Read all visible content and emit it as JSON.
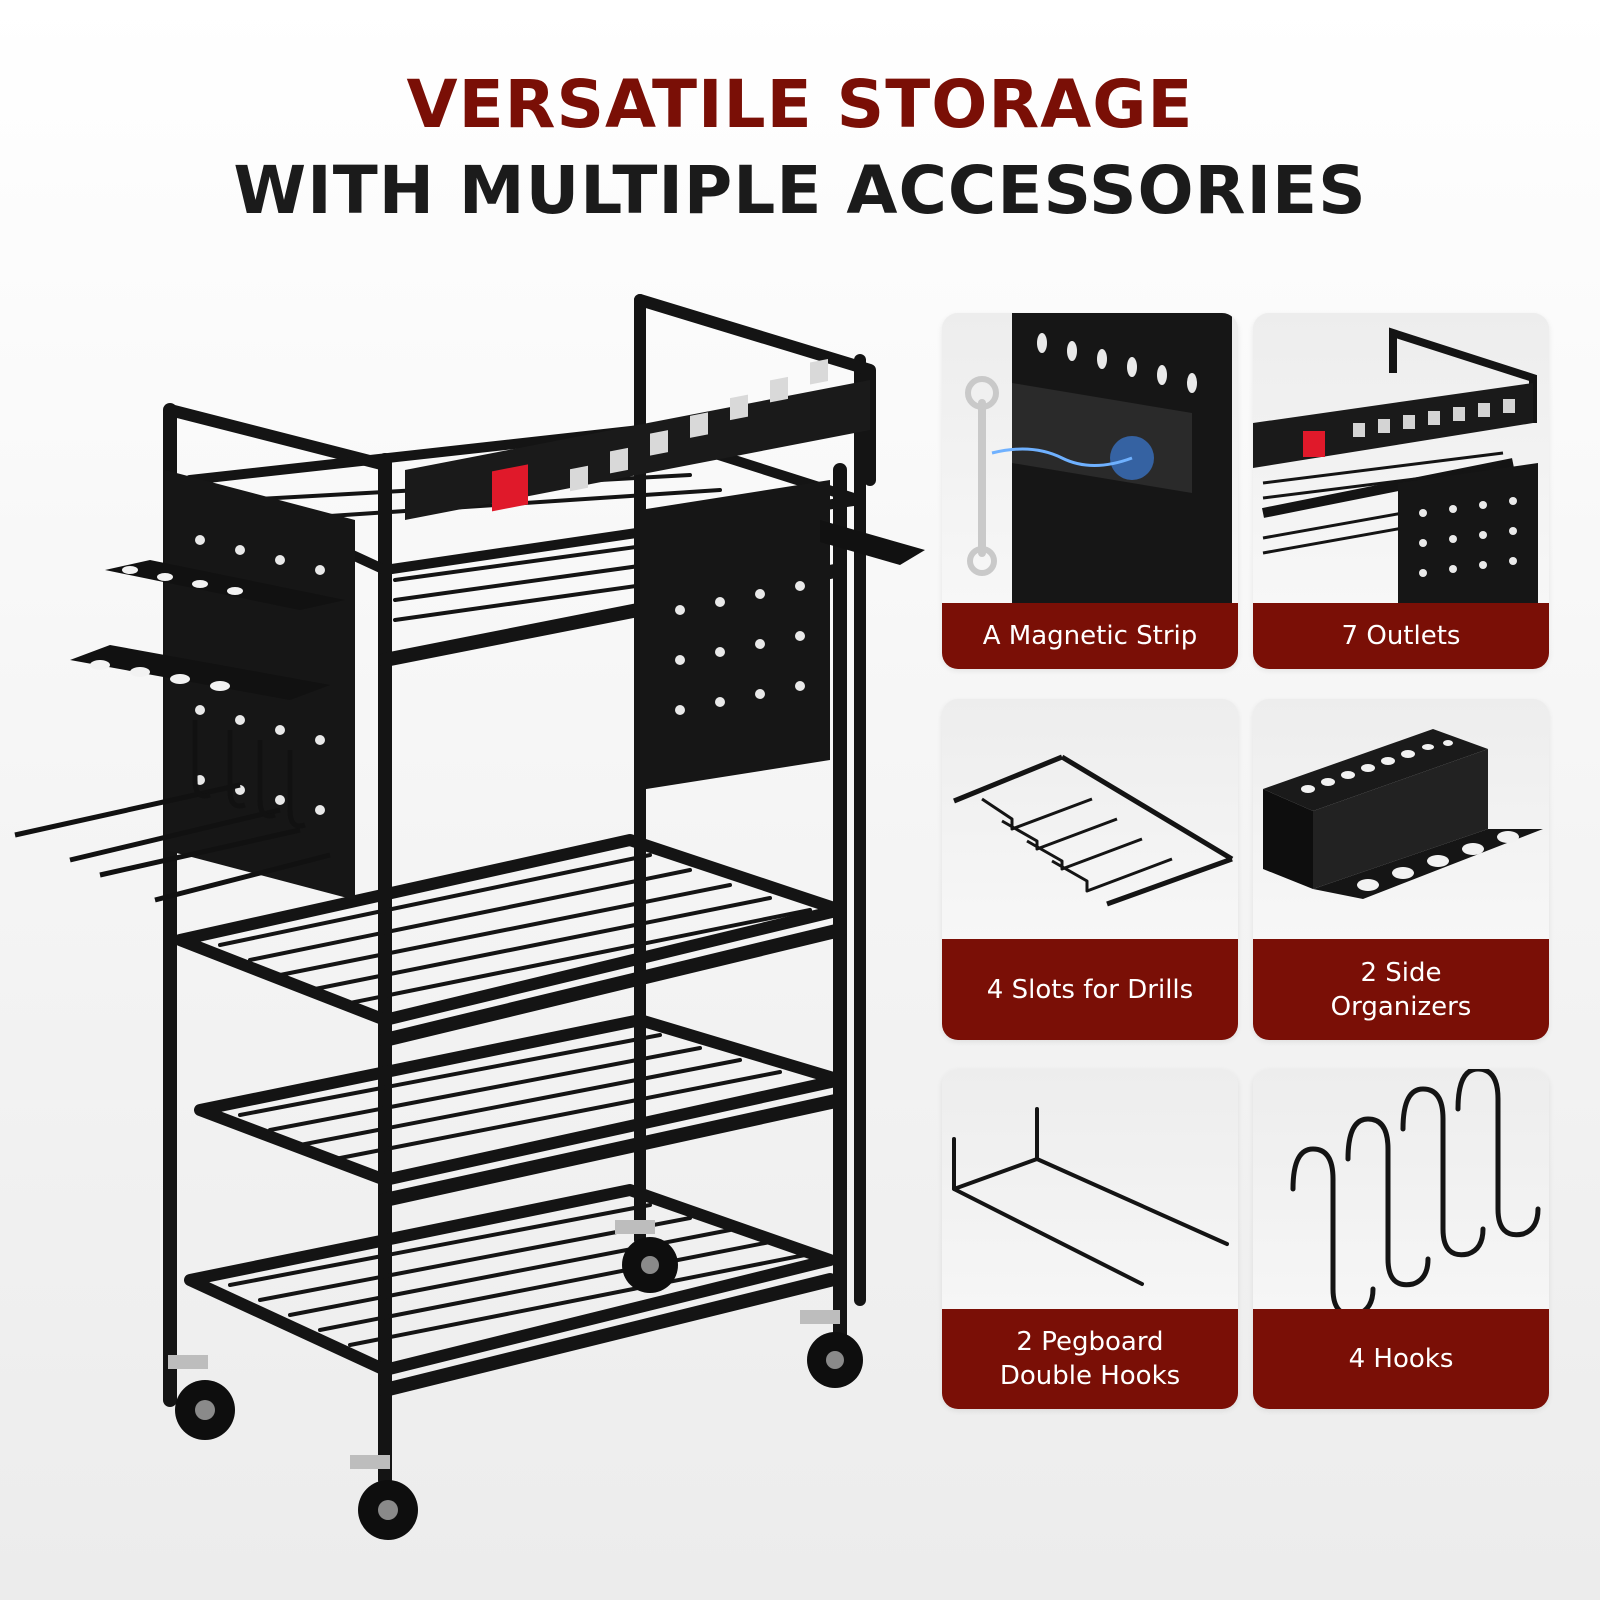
{
  "headline": {
    "line1": "VERSATILE STORAGE",
    "line2": "WITH MULTIPLE ACCESSORIES"
  },
  "colors": {
    "accent": "#7a0f06",
    "heading_dark": "#1b1b1b",
    "metal": "#141414",
    "switch_red": "#e0192a"
  },
  "product": {
    "outlets_shown": 7
  },
  "features": [
    {
      "label": "A Magnetic Strip",
      "icon": "magnetic-strip-icon"
    },
    {
      "label": "7 Outlets",
      "icon": "power-strip-icon"
    },
    {
      "label": "4 Slots for Drills",
      "icon": "drill-slots-icon"
    },
    {
      "label": "2 Side\nOrganizers",
      "icon": "side-organizer-icon"
    },
    {
      "label": "2 Pegboard\nDouble Hooks",
      "icon": "double-hook-icon"
    },
    {
      "label": "4 Hooks",
      "icon": "s-hook-icon"
    }
  ]
}
